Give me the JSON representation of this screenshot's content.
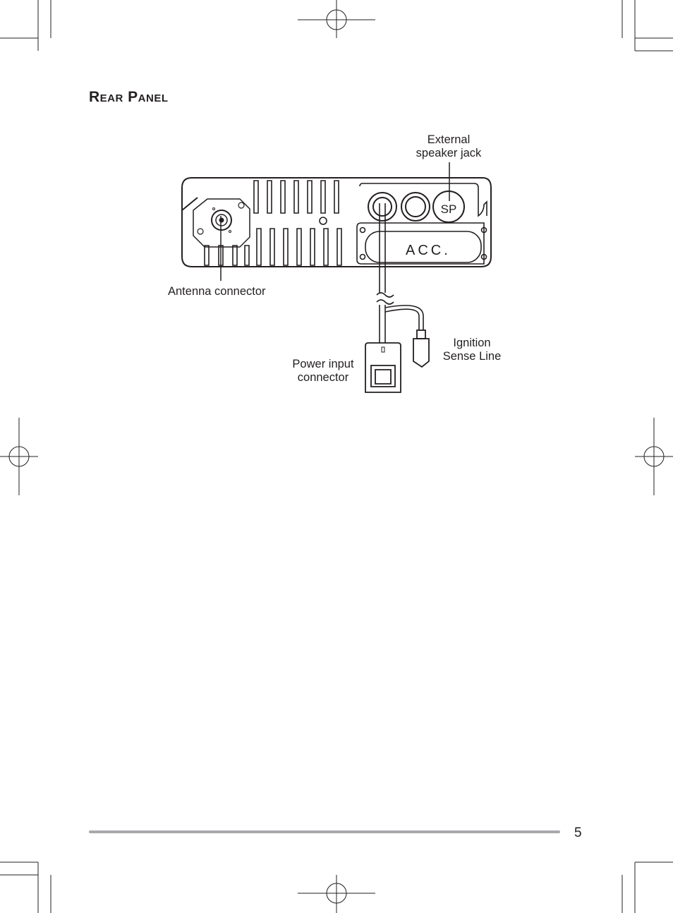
{
  "section": {
    "title": "Rear Panel"
  },
  "figure": {
    "labels": {
      "external_speaker": [
        "External",
        "speaker jack"
      ],
      "antenna": "Antenna connector",
      "ignition": [
        "Ignition",
        "Sense Line"
      ],
      "power": [
        "Power input",
        "connector"
      ]
    },
    "panel_text": {
      "sp": "SP",
      "acc": "ACC."
    }
  },
  "footer": {
    "page_number": "5"
  }
}
